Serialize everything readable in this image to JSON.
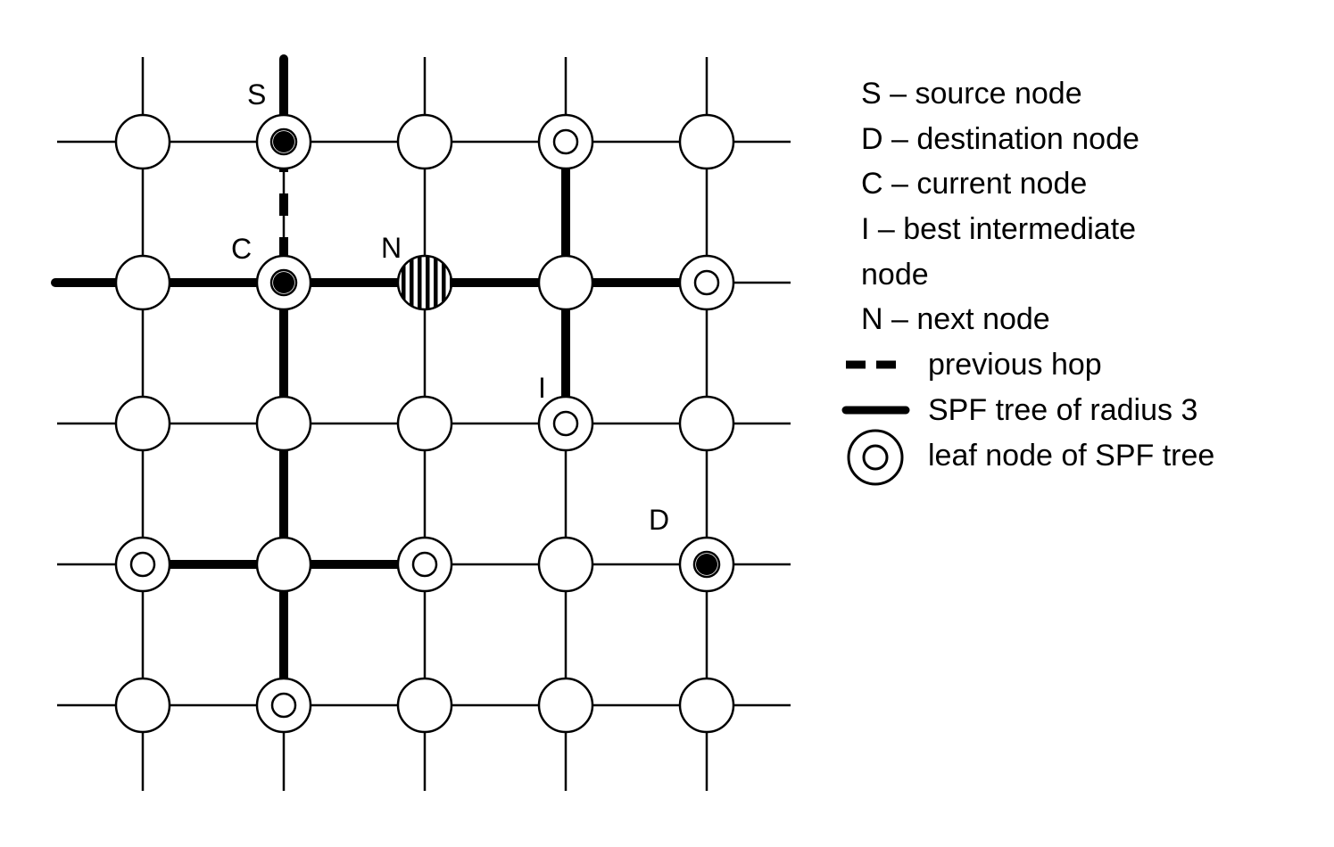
{
  "node_labels": {
    "source": "S",
    "current": "C",
    "next": "N",
    "intermediate": "I",
    "destination": "D"
  },
  "legend": {
    "source": "S – source node",
    "destination": "D – destination node",
    "current": "C – current node",
    "intermediate_line1": "I – best intermediate",
    "intermediate_line2": "node",
    "next": "N – next node",
    "previous_hop": "previous hop",
    "spf_tree": "SPF tree of radius 3",
    "leaf_node": "leaf node of SPF tree"
  },
  "grid": {
    "rows": 5,
    "cols": 5,
    "special_nodes": {
      "source": [
        0,
        1
      ],
      "current": [
        1,
        1
      ],
      "next": [
        1,
        2
      ],
      "intermediate": [
        2,
        3
      ],
      "destination": [
        3,
        4
      ]
    },
    "leaf_nodes": [
      [
        0,
        3
      ],
      [
        1,
        4
      ],
      [
        2,
        3
      ],
      [
        3,
        0
      ],
      [
        3,
        2
      ],
      [
        4,
        1
      ]
    ],
    "dot_nodes": [
      [
        0,
        1
      ],
      [
        1,
        1
      ],
      [
        3,
        4
      ]
    ],
    "spf_tree_edges": [
      [
        [
          1,
          1
        ],
        [
          1,
          0
        ]
      ],
      [
        [
          1,
          1
        ],
        [
          1,
          2
        ]
      ],
      [
        [
          1,
          2
        ],
        [
          1,
          3
        ]
      ],
      [
        [
          1,
          3
        ],
        [
          1,
          4
        ]
      ],
      [
        [
          1,
          3
        ],
        [
          0,
          3
        ]
      ],
      [
        [
          1,
          3
        ],
        [
          2,
          3
        ]
      ],
      [
        [
          1,
          1
        ],
        [
          2,
          1
        ]
      ],
      [
        [
          2,
          1
        ],
        [
          3,
          1
        ]
      ],
      [
        [
          3,
          1
        ],
        [
          3,
          0
        ]
      ],
      [
        [
          3,
          1
        ],
        [
          3,
          2
        ]
      ],
      [
        [
          3,
          1
        ],
        [
          4,
          1
        ]
      ]
    ],
    "spf_tree_stubs": [
      {
        "node": [
          1,
          0
        ],
        "direction": "left"
      }
    ],
    "previous_hop_edges": [
      [
        [
          0,
          1
        ],
        [
          1,
          1
        ]
      ]
    ],
    "spf_tree_source_stub": {
      "node": [
        0,
        1
      ],
      "direction": "up"
    }
  }
}
